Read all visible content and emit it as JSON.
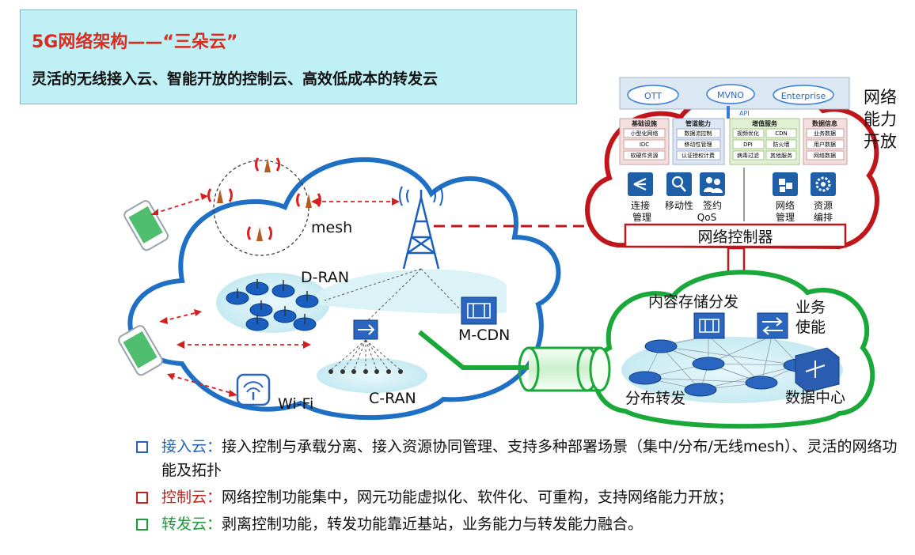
{
  "header": {
    "title": "5G网络架构——“三朵云”",
    "subtitle": "灵活的无线接入云、智能开放的控制云、高效低成本的转发云"
  },
  "access_cloud": {
    "mesh": "mesh",
    "dran": "D-RAN",
    "mcdn": "M-CDN",
    "wifi": "Wi-Fi",
    "cran": "C-RAN"
  },
  "control_cloud": {
    "tenants": [
      "OTT",
      "MVNO",
      "Enterprise"
    ],
    "api": "API",
    "side_label": [
      "网络",
      "能力",
      "开放"
    ],
    "categories": [
      {
        "name": "基础设施",
        "items": [
          "小型化网络",
          "IDC",
          "软硬件资源"
        ],
        "color": "#f4dede"
      },
      {
        "name": "管道能力",
        "items": [
          "数据流控制",
          "移动性管理",
          "认证授权计费"
        ],
        "color": "#dde6f4"
      },
      {
        "name": "增值服务",
        "items": [
          "视频优化",
          "CDN",
          "DPI",
          "防火墙",
          "病毒过滤",
          "其他服务"
        ],
        "color": "#e2f0d4"
      },
      {
        "name": "数据信息",
        "items": [
          "业务数据",
          "用户数据",
          "网络数据"
        ],
        "color": "#f4dede"
      }
    ],
    "functions": [
      {
        "icon": "connection-icon",
        "label": "连接"
      },
      {
        "icon": "magnifier-icon",
        "label": "移动性"
      },
      {
        "icon": "users-icon",
        "label": "签约"
      },
      {
        "icon": "cubes-icon",
        "label": "网络"
      },
      {
        "icon": "gear-icon",
        "label": "资源"
      }
    ],
    "bottom_labels": [
      "管理",
      "QoS",
      "管理",
      "编排"
    ],
    "controller": "网络控制器"
  },
  "forward_cloud": {
    "content": "内容存储分发",
    "business": [
      "业务",
      "使能"
    ],
    "distributed": "分布转发",
    "datacenter": "数据中心"
  },
  "bullets": [
    {
      "term": "接入云：",
      "text": "接入控制与承载分离、接入资源协同管理、支持多种部署场景（集中/分布/无线mesh）、灵活的网络功能及拓扑",
      "term_color": "#2463b5",
      "box_color": "#2463b5"
    },
    {
      "term": "控制云：",
      "text": "网络控制功能集中，网元功能虚拟化、软件化、可重构，支持网络能力开放；",
      "term_color": "#c0231b",
      "box_color": "#c0231b"
    },
    {
      "term": "转发云：",
      "text": "剥离控制功能，转发功能靠近基站，业务能力与转发能力融合。",
      "term_color": "#1e9a3c",
      "box_color": "#1e9a3c"
    }
  ],
  "colors": {
    "access": "#1f6fc4",
    "control": "#c0161b",
    "forward": "#1aa83a",
    "title": "#d92b1f"
  }
}
